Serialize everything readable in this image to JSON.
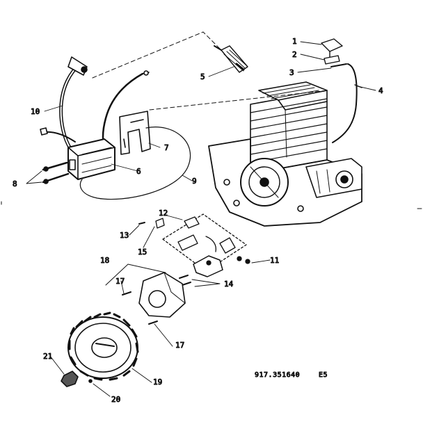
{
  "diagram": {
    "part_number": "917.351640",
    "page_ref": "E5",
    "callouts": [
      "1",
      "2",
      "3",
      "4",
      "5",
      "6",
      "7",
      "8",
      "9",
      "10",
      "11",
      "12",
      "13",
      "14",
      "15",
      "17",
      "17",
      "18",
      "19",
      "20",
      "21"
    ]
  }
}
